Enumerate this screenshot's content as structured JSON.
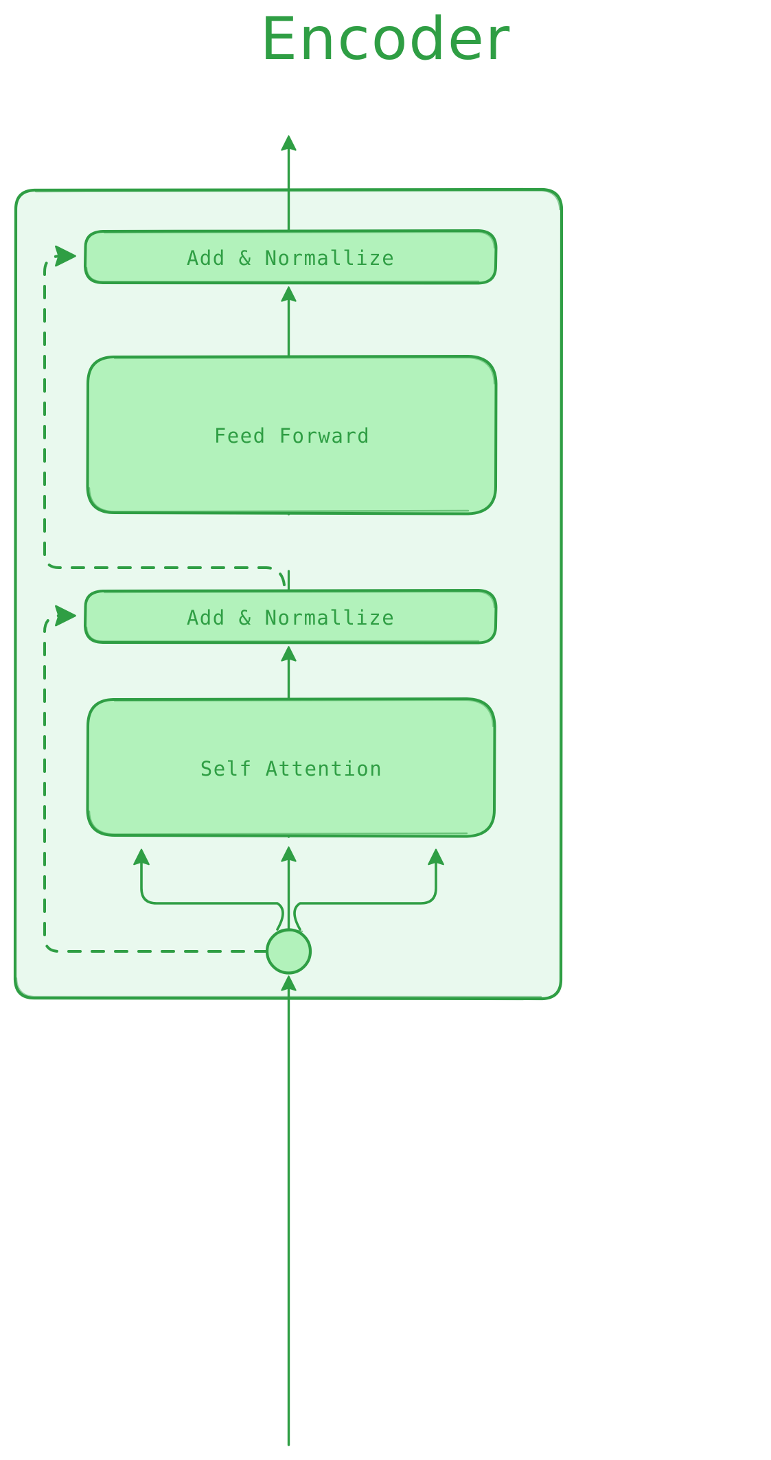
{
  "diagram": {
    "title": "Encoder",
    "type": "transformer-encoder-block",
    "colors": {
      "stroke": "#2f9e44",
      "stroke_light": "#40a85a",
      "container_fill": "#e9f9ee",
      "node_fill": "#b2f2bb",
      "text": "#2f9e44",
      "background": "#ffffff"
    },
    "container": {
      "name": "encoder-block",
      "fill": "#e9f9ee",
      "stroke": "#2f9e44"
    },
    "nodes": [
      {
        "id": "add-norm-top",
        "label": "Add & Normallize",
        "shape": "rounded-rect"
      },
      {
        "id": "feed-forward",
        "label": "Feed Forward",
        "shape": "rounded-rect"
      },
      {
        "id": "add-norm-bottom",
        "label": "Add & Normallize",
        "shape": "rounded-rect"
      },
      {
        "id": "self-attention",
        "label": "Self Attention",
        "shape": "rounded-rect"
      },
      {
        "id": "input-junction",
        "label": "",
        "shape": "circle"
      }
    ],
    "edges": [
      {
        "from": "input-external",
        "to": "input-junction",
        "style": "solid",
        "arrow": true,
        "label": ""
      },
      {
        "from": "input-junction",
        "to": "self-attention",
        "style": "solid",
        "arrow": true,
        "label": "",
        "note": "splits into three arrows (query, key, value)"
      },
      {
        "from": "self-attention",
        "to": "add-norm-bottom",
        "style": "solid",
        "arrow": true,
        "label": ""
      },
      {
        "from": "input-junction",
        "to": "add-norm-bottom",
        "style": "dashed",
        "arrow": true,
        "label": "",
        "note": "residual skip connection"
      },
      {
        "from": "add-norm-bottom",
        "to": "feed-forward",
        "style": "solid",
        "arrow": true,
        "label": ""
      },
      {
        "from": "feed-forward",
        "to": "add-norm-top",
        "style": "solid",
        "arrow": true,
        "label": ""
      },
      {
        "from": "add-norm-bottom",
        "to": "add-norm-top",
        "style": "dashed",
        "arrow": true,
        "label": "",
        "note": "residual skip connection"
      },
      {
        "from": "add-norm-top",
        "to": "output-external",
        "style": "solid",
        "arrow": true,
        "label": ""
      }
    ]
  }
}
